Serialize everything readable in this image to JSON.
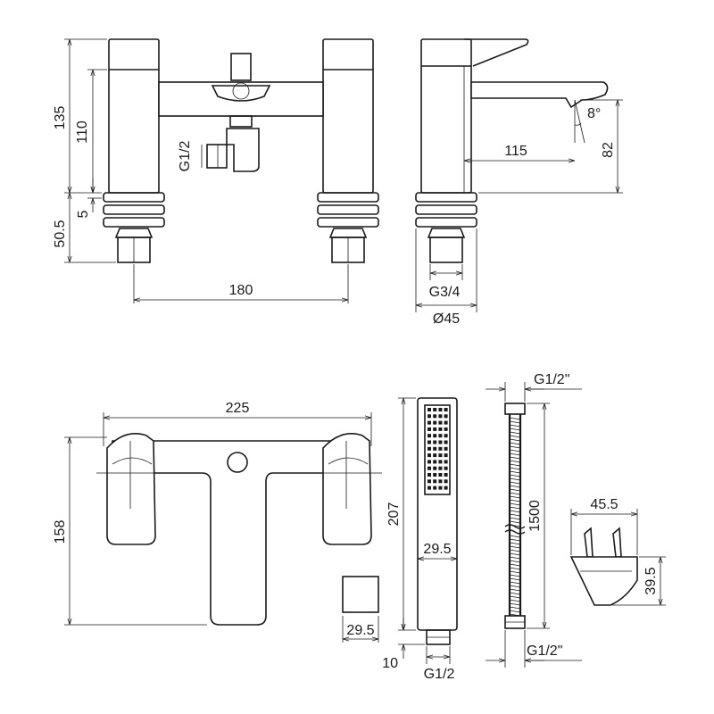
{
  "dimensions": {
    "front_total_height": "135",
    "front_body_height": "110",
    "front_gap": "5",
    "front_below_deck": "50.5",
    "diverter_outlet_thread": "G1/2",
    "centres_width": "180",
    "spout_reach": "115",
    "spout_angle": "8°",
    "spout_height": "82",
    "side_thread": "G3/4",
    "side_diameter": "Ø45",
    "plan_width": "225",
    "plan_depth": "158",
    "diverter_cap_width": "29.5",
    "handset_length": "207",
    "handset_width": "29.5",
    "handset_base": "10",
    "handset_thread": "G1/2",
    "hose_thread_top": "G1/2\"",
    "hose_length": "1500",
    "hose_thread_bottom": "G1/2\"",
    "bracket_width": "45.5",
    "bracket_height": "39.5"
  }
}
